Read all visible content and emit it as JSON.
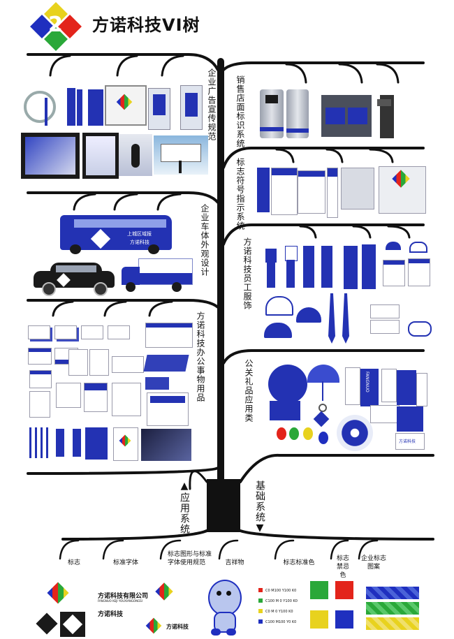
{
  "header": {
    "title": "方诺科技VI树",
    "logo_colors": [
      "#1f2fbf",
      "#e8d21e",
      "#e3241b",
      "#2aa839"
    ]
  },
  "branches": {
    "left": [
      {
        "label": "企业广告宣传规范"
      },
      {
        "label": "企业车体外观设计"
      },
      {
        "label": "方诺科技办公事物用品"
      }
    ],
    "right": [
      {
        "label": "销售店面标识系统"
      },
      {
        "label": "标志符号指示系统"
      },
      {
        "label": "方诺科技员工服饰"
      },
      {
        "label": "公关礼品应用类"
      }
    ]
  },
  "trunk": {
    "app_system": "▲应用系统",
    "base_system": "基础系统▼"
  },
  "items": {
    "bus_sign": "上城区域报",
    "bus_sub": "方诺科技",
    "umbrella_brand": "FANGNUO",
    "card_brand": "方诺科技"
  },
  "bottom": {
    "labels": [
      "标志",
      "标准字体",
      "标志图形与标准字体使用规范",
      "吉祥物",
      "标志标准色",
      "标志禁忌色",
      "企业标志图案"
    ],
    "company_name": "方诺科技有限公司",
    "company_name_en": "FANGNUO KEJI YOUXIANGONGSI",
    "brand_short": "方诺科技",
    "color_specs": [
      {
        "text": "C0 M100 Y100 K0",
        "color": "#e3241b"
      },
      {
        "text": "C100 M 0 Y100 K0",
        "color": "#2aa839"
      },
      {
        "text": "C0 M 0 Y100 K0",
        "color": "#e8d21e"
      },
      {
        "text": "C100 M100 Y0 K0",
        "color": "#1f2fbf"
      }
    ]
  }
}
